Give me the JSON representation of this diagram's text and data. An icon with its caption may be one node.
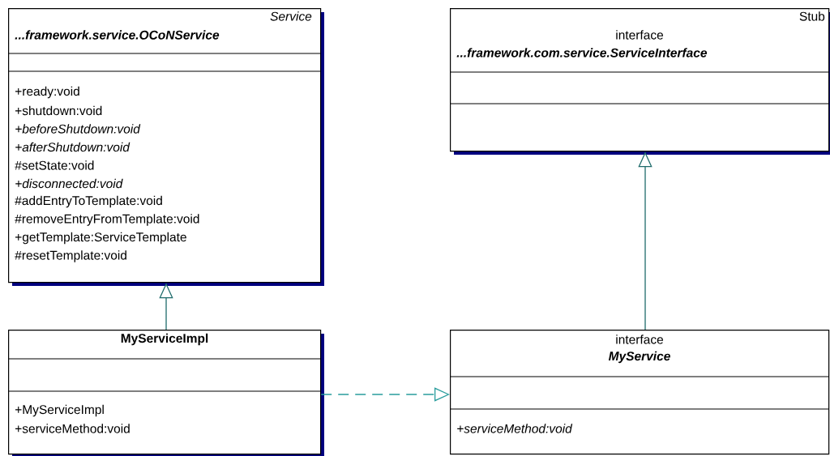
{
  "diagram": {
    "nodes": [
      {
        "text": [
          "Service",
          "...framework.service.OCoNService",
          "+ready:void",
          "+shutdown:void",
          "+beforeShutdown:void",
          "+afterShutdown:void",
          "#setState:void",
          "+disconnected:void",
          "#addEntryToTemplate:void",
          "#removeEntryFromTemplate:void",
          "+getTemplate:ServiceTemplate",
          "#resetTemplate:void"
        ]
      },
      {
        "text": [
          "Stub",
          "interface",
          "...framework.com.service.ServiceInterface"
        ]
      },
      {
        "text": [
          "MyServiceImpl",
          "+MyServiceImpl",
          "+serviceMethod:void"
        ]
      },
      {
        "text": [
          "interface",
          "MyService",
          "+serviceMethod:void"
        ]
      }
    ],
    "edges": [
      {
        "from": 2,
        "to": 0,
        "arrow": "to"
      },
      {
        "from": 3,
        "to": 1,
        "arrow": "to"
      },
      {
        "from": 2,
        "to": 3,
        "arrow": "to",
        "style": "dashed",
        "color": "#2a9d9d"
      }
    ]
  }
}
